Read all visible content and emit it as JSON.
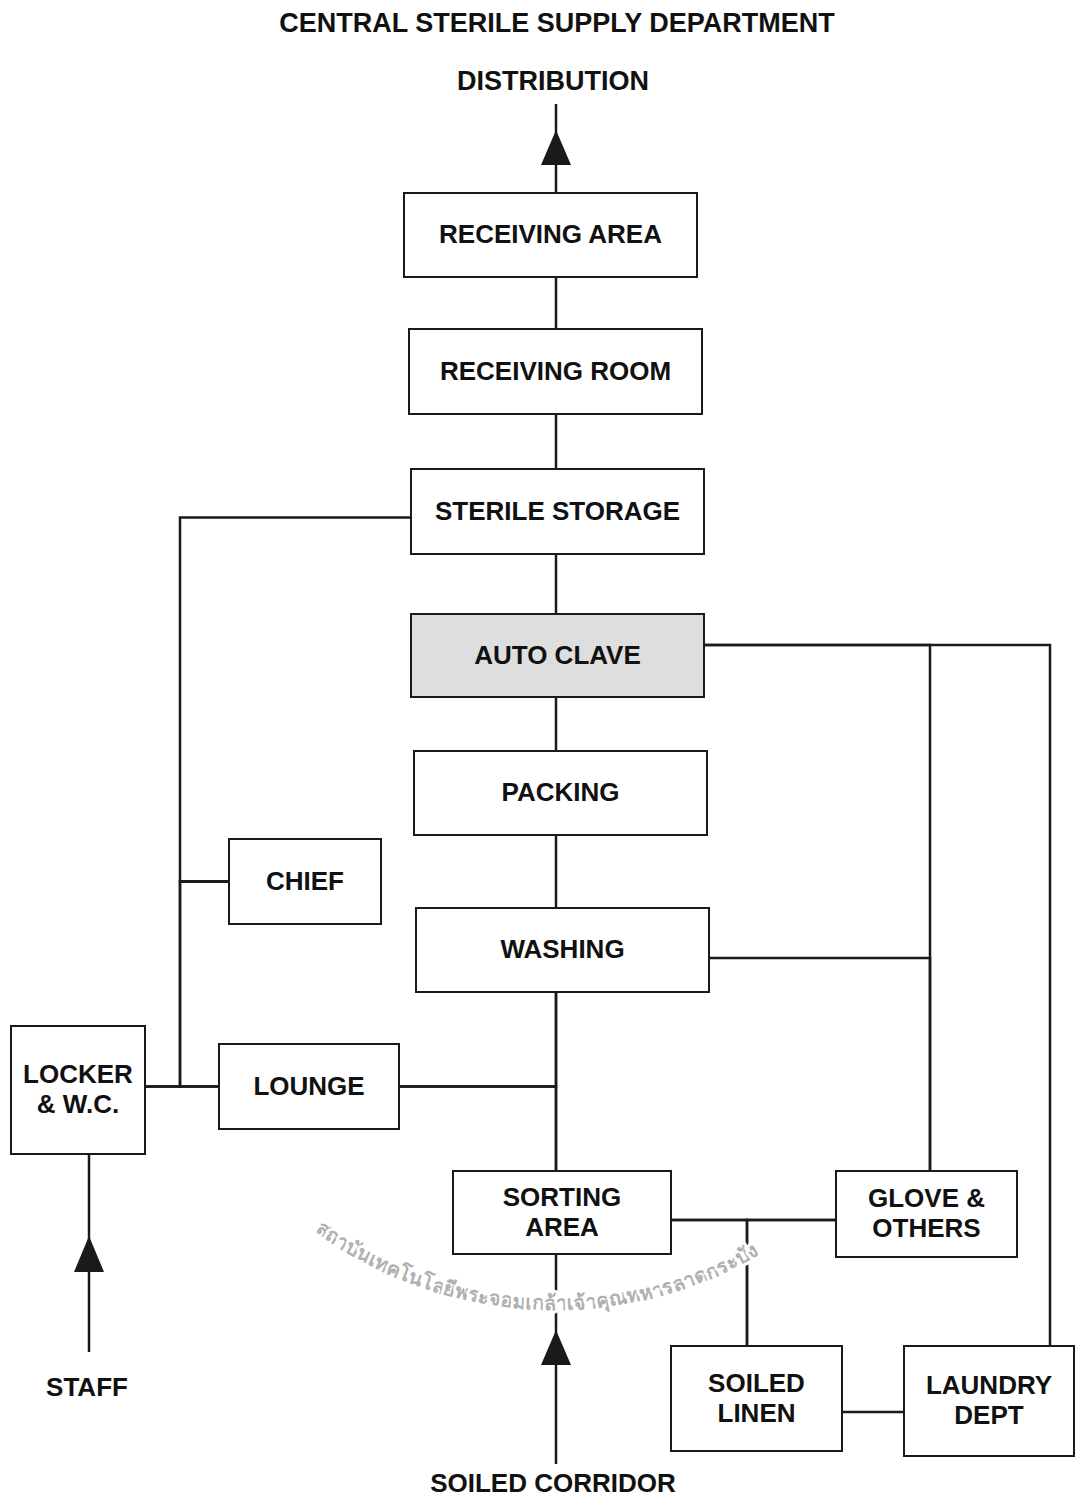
{
  "diagram": {
    "title": "CENTRAL STERILE SUPPLY DEPARTMENT",
    "nodes": [
      {
        "text": [
          "RECEIVING AREA"
        ]
      },
      {
        "text": [
          "RECEIVING ROOM"
        ]
      },
      {
        "text": [
          "STERILE STORAGE"
        ]
      },
      {
        "text": [
          "AUTO CLAVE"
        ]
      },
      {
        "text": [
          "PACKING"
        ]
      },
      {
        "text": [
          "CHIEF"
        ]
      },
      {
        "text": [
          "WASHING"
        ]
      },
      {
        "text": [
          "LOCKER & W.C."
        ]
      },
      {
        "text": [
          "LOUNGE"
        ]
      },
      {
        "text": [
          "SORTING AREA"
        ]
      },
      {
        "text": [
          "GLOVE & OTHERS"
        ]
      },
      {
        "text": [
          "SOILED LINEN"
        ]
      },
      {
        "text": [
          "LAUNDRY DEPT"
        ]
      }
    ],
    "edges": [
      {
        "from": 1,
        "to": 0,
        "arrow": "none"
      },
      {
        "from": 2,
        "to": 1,
        "arrow": "none"
      },
      {
        "from": 3,
        "to": 2,
        "arrow": "none"
      },
      {
        "from": 4,
        "to": 3,
        "arrow": "none"
      },
      {
        "from": 6,
        "to": 4,
        "arrow": "none"
      },
      {
        "from": 9,
        "to": 6,
        "arrow": "none"
      },
      {
        "from": 8,
        "to": 6,
        "arrow": "none"
      },
      {
        "from": 8,
        "to": 9,
        "arrow": "none"
      },
      {
        "from": 2,
        "to": 5,
        "arrow": "none"
      },
      {
        "from": 5,
        "to": 7,
        "arrow": "none"
      },
      {
        "from": 5,
        "to": 8,
        "arrow": "none"
      },
      {
        "from": 7,
        "to": 8,
        "arrow": "none"
      },
      {
        "from": 3,
        "to": 12,
        "arrow": "none"
      },
      {
        "from": 3,
        "to": 10,
        "arrow": "none"
      },
      {
        "from": 6,
        "to": 10,
        "arrow": "none"
      },
      {
        "from": 9,
        "to": 10,
        "arrow": "none"
      },
      {
        "from": 9,
        "to": 11,
        "arrow": "none"
      },
      {
        "from": 11,
        "to": 10,
        "arrow": "none"
      },
      {
        "from": 11,
        "to": 12,
        "arrow": "none"
      }
    ],
    "labels": [
      "DISTRIBUTION",
      "STAFF",
      "SOILED CORRIDOR",
      "สถาบันเทคโนโลยีพระจอมเกล้าเจ้าคุณทหารลาดกระบัง"
    ]
  }
}
